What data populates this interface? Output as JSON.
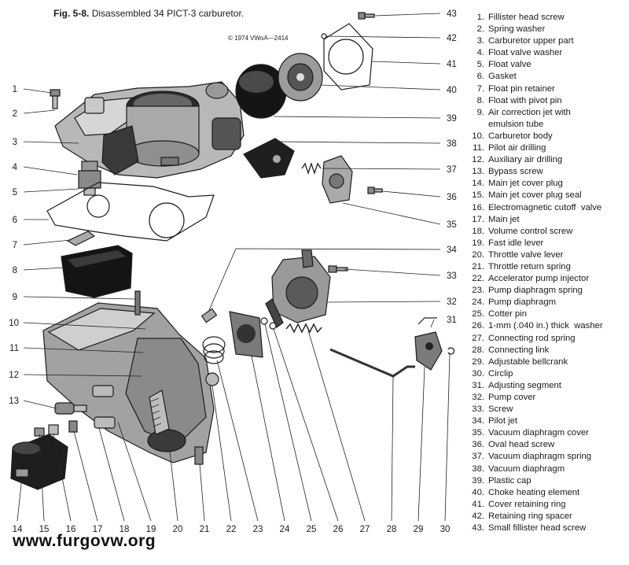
{
  "caption": {
    "fig_label": "Fig. 5-8.",
    "title": "Disassembled 34 PICT-3 carburetor."
  },
  "copyright": "© 1974 VWoA—2414",
  "website": "www.furgovw.org",
  "colors": {
    "metal_light": "#cfcfcf",
    "metal_mid": "#9a9a9a",
    "metal_dark": "#3a3a3a",
    "black": "#141414"
  },
  "parts": [
    {
      "n": "1.",
      "label": "Fillister head screw"
    },
    {
      "n": "2.",
      "label": "Spring washer"
    },
    {
      "n": "3.",
      "label": "Carburetor upper part"
    },
    {
      "n": "4.",
      "label": "Float valve washer"
    },
    {
      "n": "5.",
      "label": "Float valve"
    },
    {
      "n": "6.",
      "label": "Gasket"
    },
    {
      "n": "7.",
      "label": "Float pin retainer"
    },
    {
      "n": "8.",
      "label": "Float with pivot pin"
    },
    {
      "n": "9.",
      "label": "Air correction jet with"
    },
    {
      "n": "",
      "label": "emulsion tube"
    },
    {
      "n": "10.",
      "label": "Carburetor body"
    },
    {
      "n": "11.",
      "label": "Pilot air drilling"
    },
    {
      "n": "12.",
      "label": "Auxiliary air drilling"
    },
    {
      "n": "13.",
      "label": "Bypass screw"
    },
    {
      "n": "14.",
      "label": "Main jet cover plug"
    },
    {
      "n": "15.",
      "label": "Main jet cover plug seal"
    },
    {
      "n": "16.",
      "label": "Electromagnetic cutoff  valve"
    },
    {
      "n": "17.",
      "label": "Main jet"
    },
    {
      "n": "18.",
      "label": "Volume control screw"
    },
    {
      "n": "19.",
      "label": "Fast idle lever"
    },
    {
      "n": "20.",
      "label": "Throttle valve lever"
    },
    {
      "n": "21.",
      "label": "Throttle return spring"
    },
    {
      "n": "22.",
      "label": "Accelerator pump injector"
    },
    {
      "n": "23.",
      "label": "Pump diaphragm spring"
    },
    {
      "n": "24.",
      "label": "Pump diaphragm"
    },
    {
      "n": "25.",
      "label": "Cotter pin"
    },
    {
      "n": "26.",
      "label": "1-mm (.040 in.) thick  washer"
    },
    {
      "n": "27.",
      "label": "Connecting rod spring"
    },
    {
      "n": "28.",
      "label": "Connecting link"
    },
    {
      "n": "29.",
      "label": "Adjustable bellcrank"
    },
    {
      "n": "30.",
      "label": "Circlip"
    },
    {
      "n": "31.",
      "label": "Adjusting segment"
    },
    {
      "n": "32.",
      "label": "Pump cover"
    },
    {
      "n": "33.",
      "label": "Screw"
    },
    {
      "n": "34.",
      "label": "Pilot jet"
    },
    {
      "n": "35.",
      "label": "Vacuum diaphragm cover"
    },
    {
      "n": "36.",
      "label": "Oval head screw"
    },
    {
      "n": "37.",
      "label": "Vacuum diaphragm spring"
    },
    {
      "n": "38.",
      "label": "Vacuum diaphragm"
    },
    {
      "n": "39.",
      "label": "Plastic cap"
    },
    {
      "n": "40.",
      "label": "Choke heating element"
    },
    {
      "n": "41.",
      "label": "Cover retaining ring"
    },
    {
      "n": "42.",
      "label": "Retaining ring spacer"
    },
    {
      "n": "43.",
      "label": "Small fillister head screw"
    }
  ],
  "callouts": {
    "left": [
      "1",
      "2",
      "3",
      "4",
      "5",
      "6",
      "7",
      "8",
      "9",
      "10",
      "11",
      "12",
      "13"
    ],
    "right": [
      "43",
      "42",
      "41",
      "40",
      "39",
      "38",
      "37",
      "36",
      "35",
      "34",
      "33",
      "32",
      "31"
    ],
    "bottom": [
      "14",
      "15",
      "16",
      "17",
      "18",
      "19",
      "20",
      "21",
      "22",
      "23",
      "24",
      "25",
      "26",
      "27",
      "28",
      "29",
      "30"
    ]
  }
}
